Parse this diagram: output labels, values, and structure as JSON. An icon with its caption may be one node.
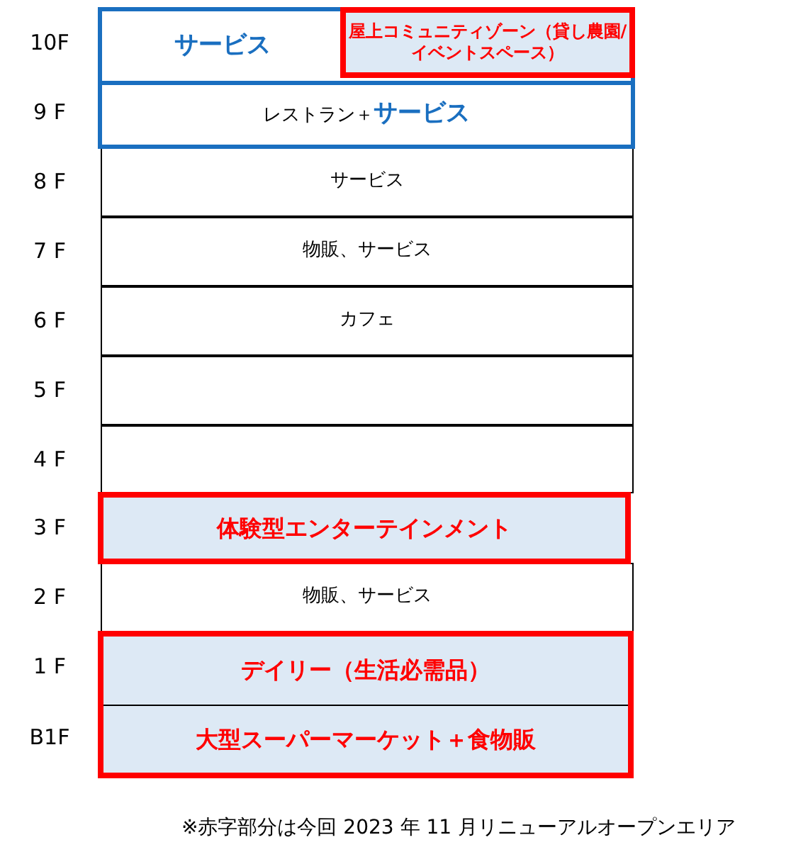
{
  "diagram": {
    "nodes": [
      {
        "text": [],
        "shape": "box"
      },
      {
        "text": [
          "サービス"
        ],
        "in": 0
      },
      {
        "text": [
          "屋上コミュニティゾーン（貸し農園/イベントスペース）"
        ],
        "in": 0
      },
      {
        "text": [
          "レストラン＋**サービス**"
        ],
        "in": 0
      },
      {
        "text": [
          "サービス"
        ]
      },
      {
        "text": [
          "物販、サービス"
        ]
      },
      {
        "text": [
          "カフェ"
        ]
      },
      {
        "text": [],
        "shape": "box"
      },
      {
        "text": [],
        "shape": "box"
      },
      {
        "text": [
          "体験型エンターテインメント"
        ]
      },
      {
        "text": [
          "物販、サービス"
        ]
      },
      {
        "text": [],
        "shape": "box"
      },
      {
        "text": [
          "デイリー（生活必需品）"
        ],
        "in": 11
      },
      {
        "text": [
          "大型スーパーマーケット＋食物販"
        ],
        "in": 11
      }
    ],
    "labels": [
      "10F",
      "9 F",
      "8 F",
      "7 F",
      "6 F",
      "5 F",
      "4 F",
      "3 F",
      "2 F",
      "1 F",
      "B1F",
      "※赤字部分は今回 2023 年 11 月リニューアルオープンエリア"
    ]
  }
}
